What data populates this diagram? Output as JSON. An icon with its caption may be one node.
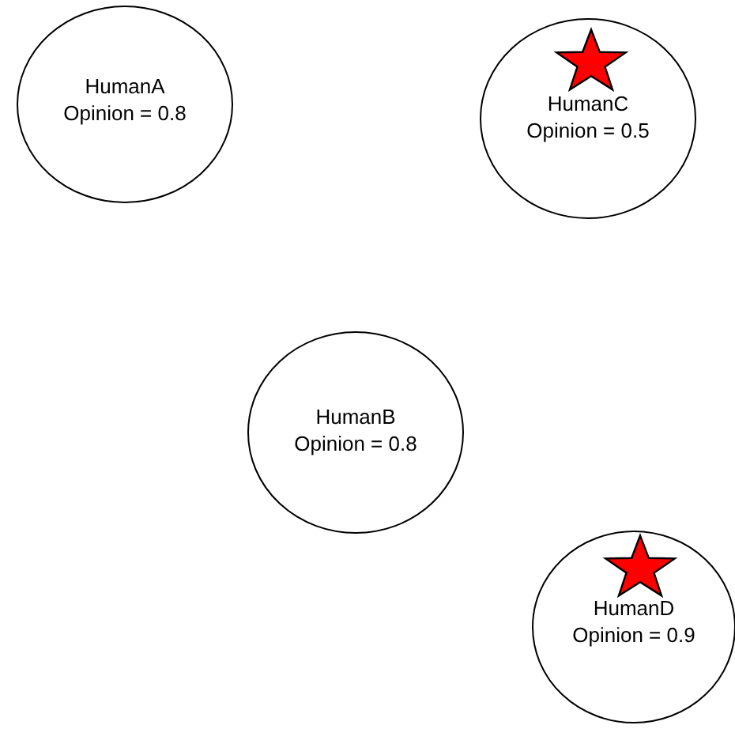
{
  "diagram": {
    "nodes": [
      {
        "text": [
          "HumanA",
          "Opinion = 0.8"
        ]
      },
      {
        "text": [
          "HumanC",
          "Opinion = 0.5"
        ]
      },
      {
        "text": [],
        "shape": "star",
        "in": 1
      },
      {
        "text": [
          "HumanB",
          "Opinion = 0.8"
        ]
      },
      {
        "text": [
          "HumanD",
          "Opinion = 0.9"
        ]
      },
      {
        "text": [],
        "shape": "star",
        "in": 4
      }
    ]
  }
}
